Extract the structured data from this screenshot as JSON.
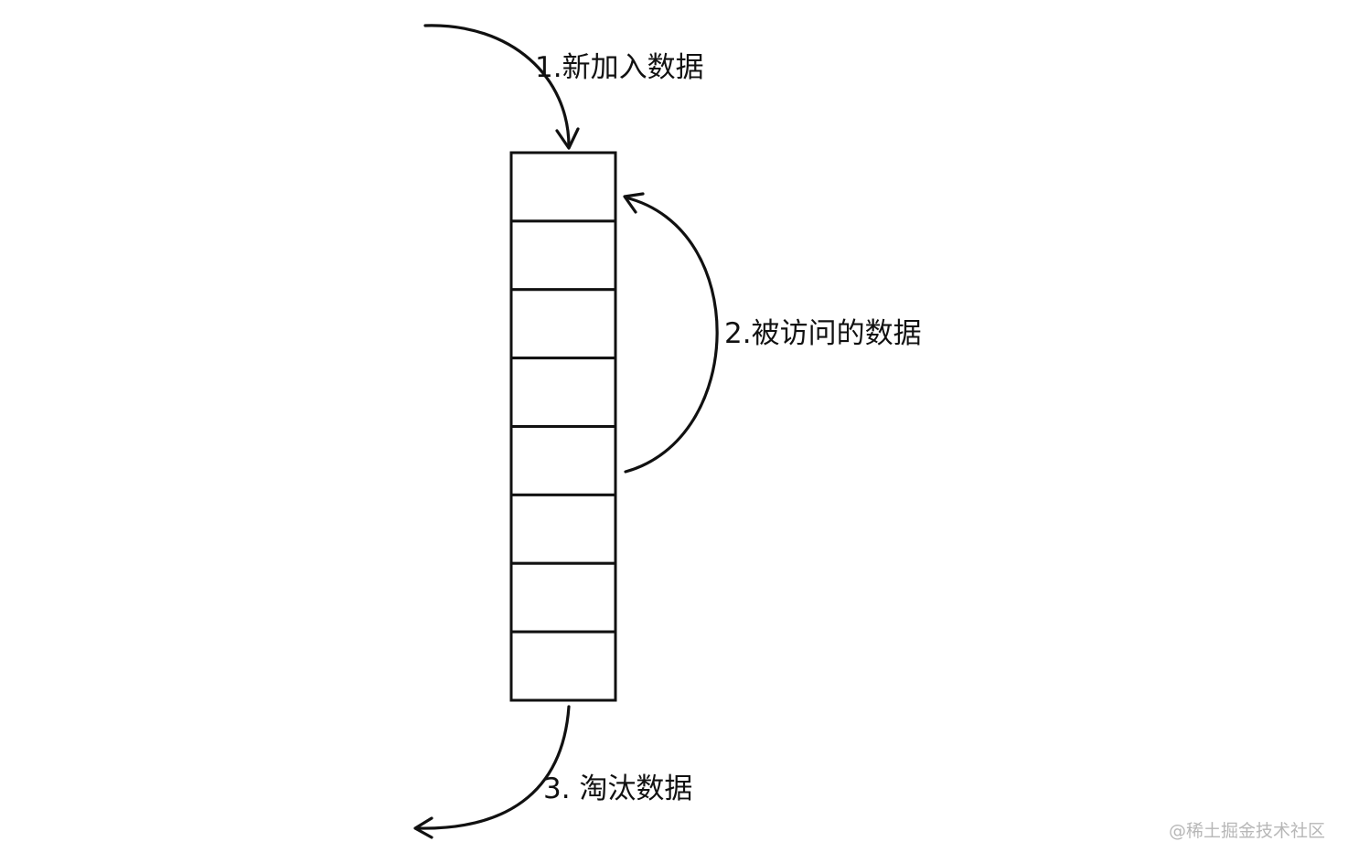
{
  "diagram": {
    "cell_count": 8,
    "labels": {
      "add": "1.新加入数据",
      "access": "2.被访问的数据",
      "evict": "3. 淘汰数据"
    },
    "watermark": "@稀土掘金技术社区"
  }
}
